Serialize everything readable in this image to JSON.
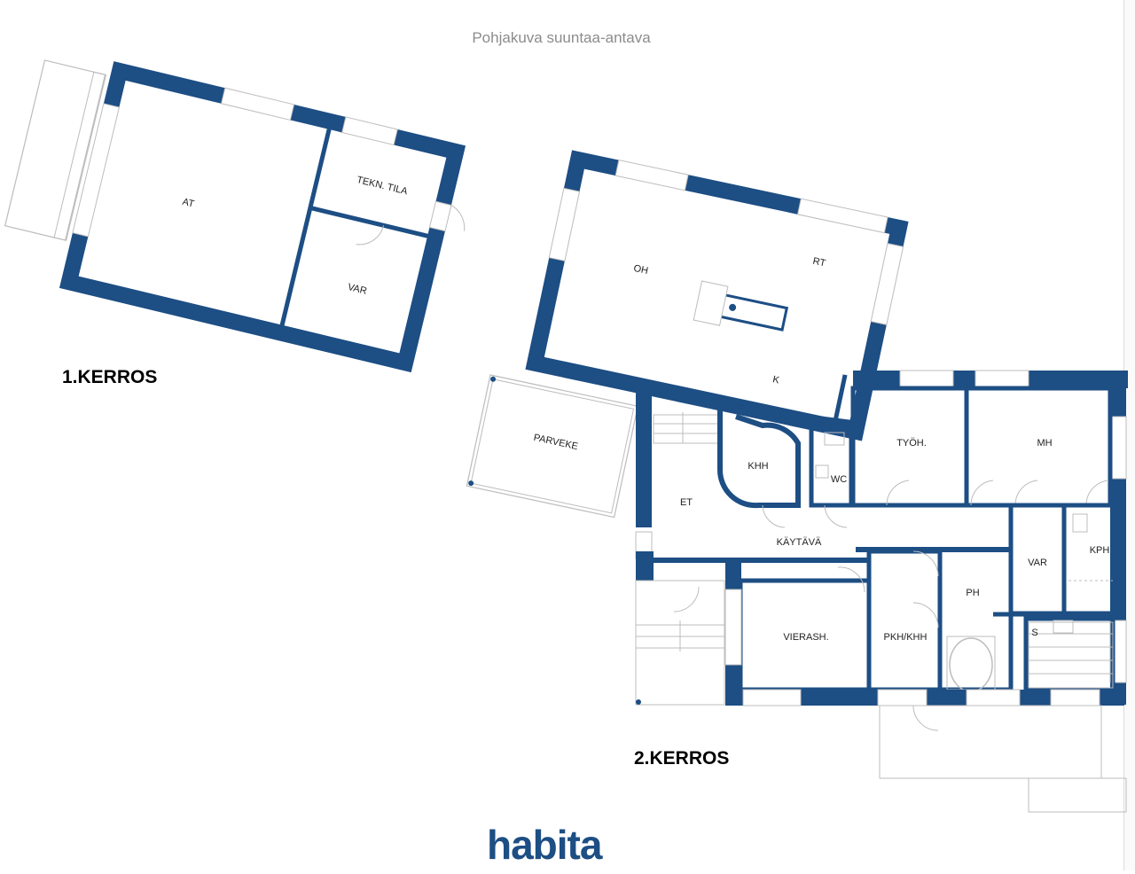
{
  "header": {
    "note": "Pohjakuva suuntaa-antava"
  },
  "floors": [
    {
      "title": "1.KERROS"
    },
    {
      "title": "2.KERROS"
    }
  ],
  "rooms": {
    "at": "AT",
    "tekn_tila": "TEKN. TILA",
    "var1": "VAR",
    "oh": "OH",
    "rt": "RT",
    "k": "K",
    "parveke": "PARVEKE",
    "khh": "KHH",
    "wc": "WC",
    "tyoh": "TYÖH.",
    "mh": "MH",
    "et": "ET",
    "kaytava": "KÄYTÄVÄ",
    "var2": "VAR",
    "kph": "KPH",
    "ph": "PH",
    "s": "S",
    "vierash": "VIERASH.",
    "pkh_khh": "PKH/KHH"
  },
  "brand": {
    "logo": "habita"
  },
  "colors": {
    "wall": "#1d4e84",
    "thin": "#bcbcbc",
    "text": "#222222"
  }
}
